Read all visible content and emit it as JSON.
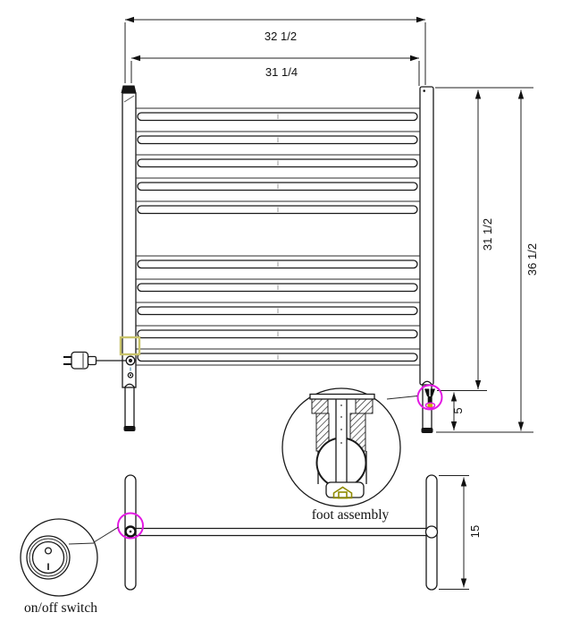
{
  "drawing": {
    "type": "towel-warmer-dimension-drawing",
    "views": [
      "front elevation",
      "plan view",
      "foot assembly detail",
      "on/off switch detail"
    ]
  },
  "front_view": {
    "dimensions": {
      "overall_width": "32 1/2",
      "bar_width": "31 1/4",
      "body_height": "31 1/2",
      "overall_height": "36 1/2",
      "foot_height": "5"
    }
  },
  "plan_view": {
    "dimensions": {
      "foot_length": "15"
    }
  },
  "callouts": {
    "foot_assembly": "foot assembly",
    "on_off_switch": "on/off switch"
  },
  "colors": {
    "line": "#1a1a1a",
    "highlight_magenta": "#E318E3",
    "highlight_yellow_box": "#C9C46B",
    "house_icon_olive": "#8F8A00",
    "screw_accent_blue": "#6FA8C0",
    "plug_connector_yellow": "#C8B400"
  },
  "icons": {
    "plug": "power-plug-icon",
    "house": "house-icon",
    "switch_symbols": "on-off-rocker-icon"
  }
}
